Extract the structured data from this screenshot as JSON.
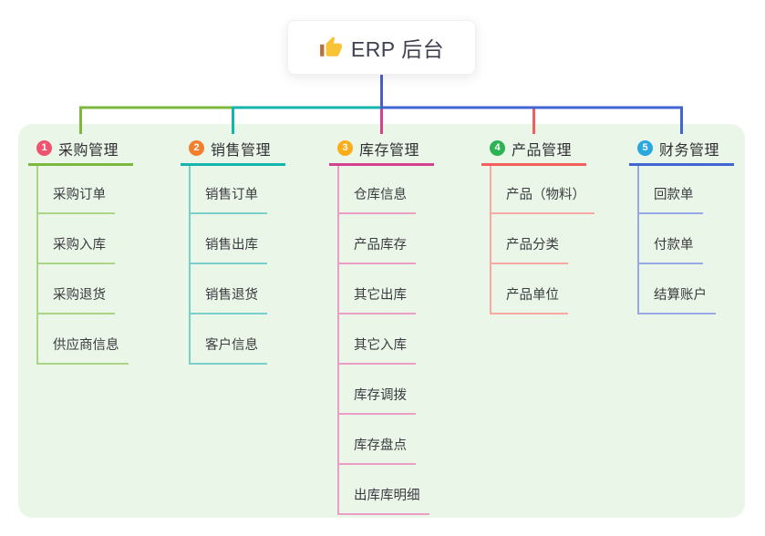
{
  "root": {
    "label": "ERP 后台",
    "icon": "thumbs-up-icon",
    "icon_color": "#F8C435",
    "cuff_color": "#B5713B"
  },
  "colors": {
    "page_background": "#ffffff",
    "panel_background": "#EAF6E8",
    "trunk": "#4D5EC9",
    "card_text": "#3e4250",
    "node_text": "#3b3b3f"
  },
  "branches": [
    {
      "index": "1",
      "label": "采购管理",
      "badge_color": "#F0536F",
      "line_color": "#7CB83E",
      "light_color": "#ABD584",
      "children": [
        "采购订单",
        "采购入库",
        "采购退货",
        "供应商信息"
      ]
    },
    {
      "index": "2",
      "label": "销售管理",
      "badge_color": "#F57E2C",
      "line_color": "#13B5AC",
      "light_color": "#79D0CA",
      "children": [
        "销售订单",
        "销售出库",
        "销售退货",
        "客户信息"
      ]
    },
    {
      "index": "3",
      "label": "库存管理",
      "badge_color": "#FBAD19",
      "line_color": "#D4418E",
      "light_color": "#EB9DC5",
      "children": [
        "仓库信息",
        "产品库存",
        "其它出库",
        "其它入库",
        "库存调拨",
        "库存盘点",
        "出库库明细"
      ]
    },
    {
      "index": "4",
      "label": "产品管理",
      "badge_color": "#2CB454",
      "line_color": "#F65D5D",
      "light_color": "#F8A8A3",
      "children": [
        "产品（物料）",
        "产品分类",
        "产品单位"
      ]
    },
    {
      "index": "5",
      "label": "财务管理",
      "badge_color": "#2AA7DE",
      "line_color": "#4166D4",
      "light_color": "#96A8E6",
      "children": [
        "回款单",
        "付款单",
        "结算账户"
      ]
    }
  ]
}
